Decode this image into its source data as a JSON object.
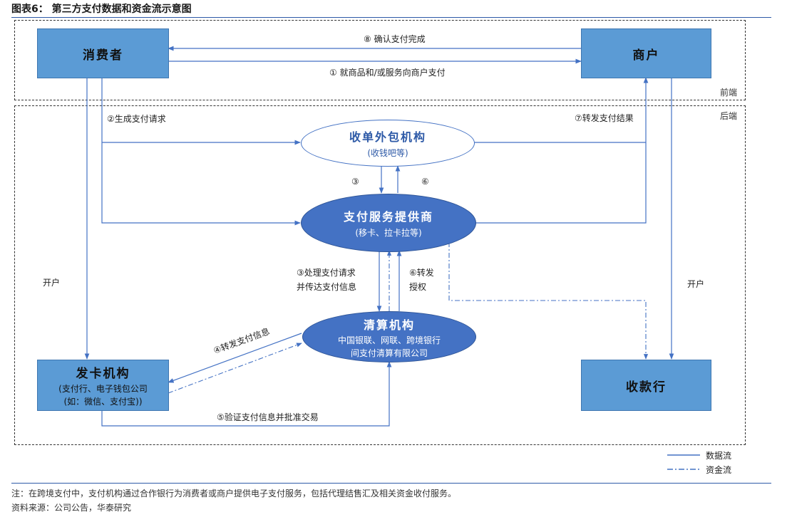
{
  "title": "图表6：  第三方支付数据和资金流示意图",
  "zones": {
    "front": "前端",
    "back": "后端"
  },
  "nodes": {
    "consumer": {
      "name": "消费者"
    },
    "merchant": {
      "name": "商户"
    },
    "acquirer_outsource": {
      "name": "收单外包机构",
      "sub": "(收钱吧等)"
    },
    "psp": {
      "name": "支付服务提供商",
      "sub": "(移卡、拉卡拉等)"
    },
    "clearing": {
      "name": "清算机构",
      "sub1": "中国银联、网联、跨境银行",
      "sub2": "间支付清算有限公司"
    },
    "issuer": {
      "name": "发卡机构",
      "sub1": "(支付行、电子钱包公司",
      "sub2": "(如：微信、支付宝))"
    },
    "receiving_bank": {
      "name": "收款行"
    }
  },
  "flows": {
    "f8": "⑧ 确认支付完成",
    "f1": "① 就商品和/或服务向商户支付",
    "f2": "②生成支付请求",
    "f7": "⑦转发支付结果",
    "f3_short": "③",
    "f6_short": "⑥",
    "f3_line1": "③处理支付请求",
    "f3_line2": "并传达支付信息",
    "f6_line1": "⑥转发",
    "f6_line2": "授权",
    "f4": "④转发支付信息",
    "f5": "⑤验证支付信息并批准交易",
    "open_account_left": "开户",
    "open_account_right": "开户"
  },
  "legend": {
    "data_flow": "数据流",
    "fund_flow": "资金流"
  },
  "colors": {
    "box": "#5b9bd5",
    "ellipse_dark": "#4472c4",
    "line": "#4472c4",
    "rule": "#2e5aa7"
  },
  "footnote": "注：在跨境支付中，支付机构通过合作银行为消费者或商户提供电子支付服务，包括代理结售汇及相关资金收付服务。",
  "source": "资料来源：公司公告，华泰研究"
}
